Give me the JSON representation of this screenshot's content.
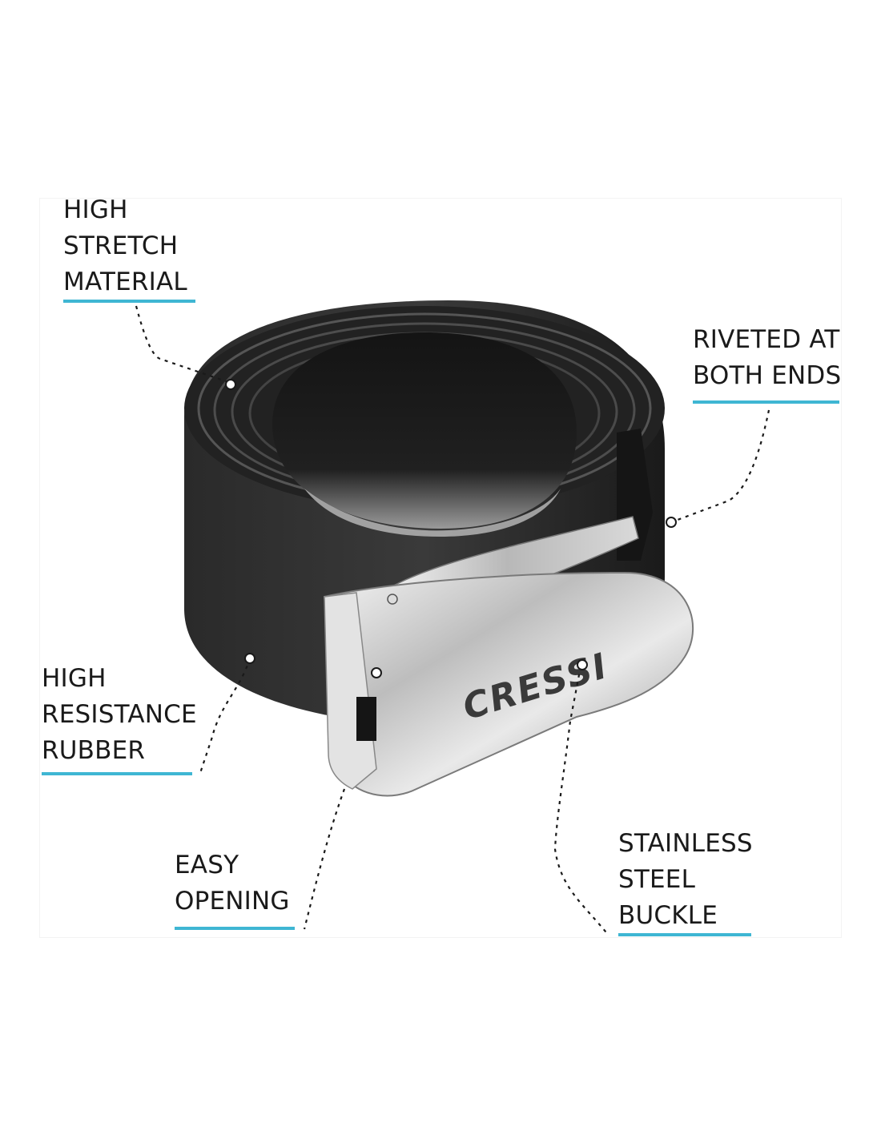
{
  "callouts": {
    "stretch": {
      "lines": [
        "HIGH",
        "STRETCH",
        "MATERIAL"
      ]
    },
    "riveted": {
      "lines": [
        "RIVETED AT",
        "BOTH ENDS"
      ]
    },
    "rubber": {
      "lines": [
        "HIGH",
        "RESISTANCE",
        "RUBBER"
      ]
    },
    "easy": {
      "lines": [
        "EASY",
        "OPENING"
      ]
    },
    "steel": {
      "lines": [
        "STAINLESS",
        "STEEL",
        "BUCKLE"
      ]
    }
  },
  "buckle_logo": "CRESSI",
  "colors": {
    "accent": "#3fb6d3",
    "text": "#1a1a1a",
    "rubber": "#1c1c1c",
    "steel": "#c8c8c8"
  }
}
